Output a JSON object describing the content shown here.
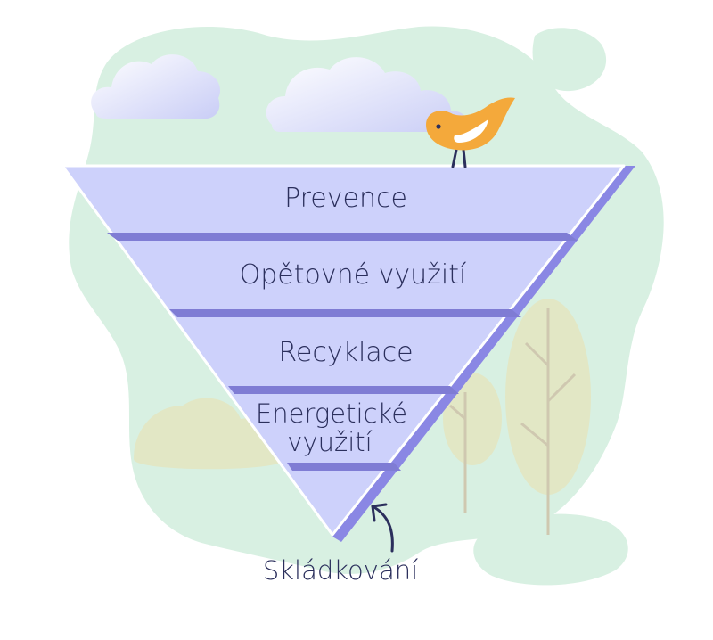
{
  "pyramid": {
    "levels": [
      {
        "label": "Prevence"
      },
      {
        "label": "Opětovné využití"
      },
      {
        "label": "Recyklace"
      },
      {
        "label_line1": "Energetické",
        "label_line2": "využití"
      }
    ],
    "bottom_label": "Skládkování"
  },
  "colors": {
    "background_blob": "#d8f0e2",
    "pyramid_fill": "#cdd1fb",
    "pyramid_edge": "#8a87e4",
    "separator": "#7f7cd4",
    "bird_body": "#f4a93b",
    "tree_light": "#dfe7c4",
    "tree_cream": "#ede9d1"
  },
  "icons": [
    "cloud-icon",
    "bird-icon",
    "tree-icon",
    "curved-arrow-icon"
  ]
}
